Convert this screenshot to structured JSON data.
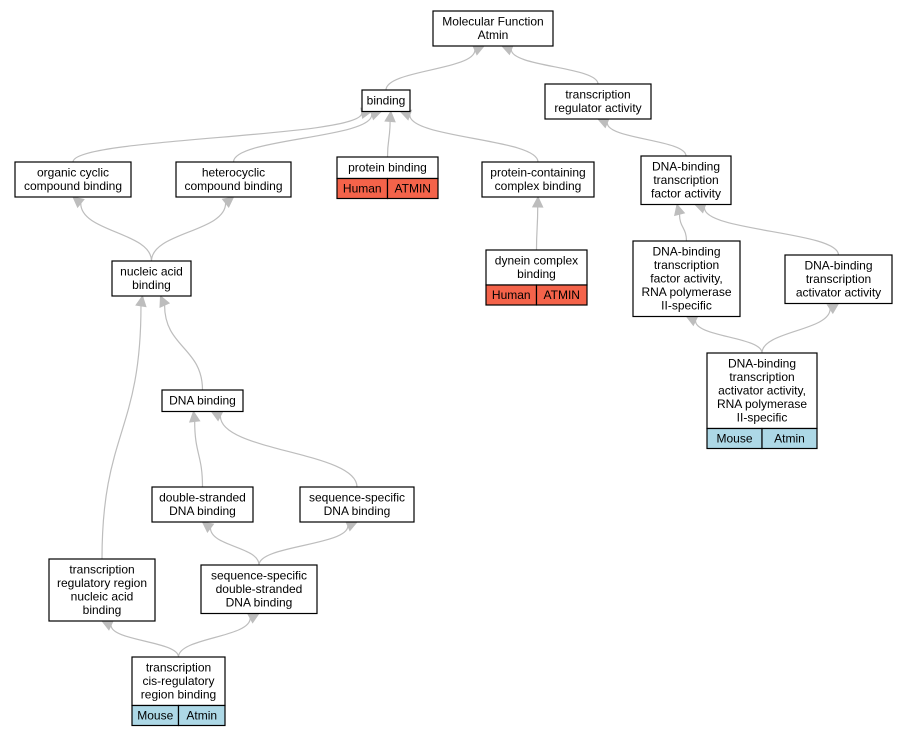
{
  "graph": {
    "nodes": [
      {
        "id": "mf",
        "lines": [
          "Molecular Function",
          "Atmin"
        ]
      },
      {
        "id": "binding",
        "lines": [
          "binding"
        ]
      },
      {
        "id": "tra",
        "lines": [
          "transcription",
          "regulator activity"
        ]
      },
      {
        "id": "organic",
        "lines": [
          "organic cyclic",
          "compound binding"
        ]
      },
      {
        "id": "hetero",
        "lines": [
          "heterocyclic",
          "compound binding"
        ]
      },
      {
        "id": "protein",
        "lines": [
          "protein binding"
        ],
        "annotation": {
          "species": "Human",
          "gene": "ATMIN"
        }
      },
      {
        "id": "pcomplex",
        "lines": [
          "protein-containing",
          "complex binding"
        ]
      },
      {
        "id": "dbtfa",
        "lines": [
          "DNA-binding",
          "transcription",
          "factor activity"
        ]
      },
      {
        "id": "nucleic",
        "lines": [
          "nucleic acid",
          "binding"
        ]
      },
      {
        "id": "dynein",
        "lines": [
          "dynein complex",
          "binding"
        ],
        "annotation": {
          "species": "Human",
          "gene": "ATMIN"
        }
      },
      {
        "id": "dbtfa_rna",
        "lines": [
          "DNA-binding",
          "transcription",
          "factor activity,",
          "RNA polymerase",
          "II-specific"
        ]
      },
      {
        "id": "dbtaa",
        "lines": [
          "DNA-binding",
          "transcription",
          "activator activity"
        ]
      },
      {
        "id": "dbtaa_rna",
        "lines": [
          "DNA-binding",
          "transcription",
          "activator activity,",
          "RNA polymerase",
          "II-specific"
        ],
        "annotation": {
          "species": "Mouse",
          "gene": "Atmin"
        }
      },
      {
        "id": "dna",
        "lines": [
          "DNA binding"
        ]
      },
      {
        "id": "dsdna",
        "lines": [
          "double-stranded",
          "DNA binding"
        ]
      },
      {
        "id": "ssdna",
        "lines": [
          "sequence-specific",
          "DNA binding"
        ]
      },
      {
        "id": "trr",
        "lines": [
          "transcription",
          "regulatory region",
          "nucleic acid",
          "binding"
        ]
      },
      {
        "id": "ssds",
        "lines": [
          "sequence-specific",
          "double-stranded",
          "DNA binding"
        ]
      },
      {
        "id": "cis",
        "lines": [
          "transcription",
          "cis-regulatory",
          "region binding"
        ],
        "annotation": {
          "species": "Mouse",
          "gene": "Atmin"
        }
      }
    ],
    "edges": [
      {
        "from": "binding",
        "to": "mf"
      },
      {
        "from": "tra",
        "to": "mf"
      },
      {
        "from": "organic",
        "to": "binding"
      },
      {
        "from": "hetero",
        "to": "binding"
      },
      {
        "from": "protein",
        "to": "binding"
      },
      {
        "from": "pcomplex",
        "to": "binding"
      },
      {
        "from": "dbtfa",
        "to": "tra"
      },
      {
        "from": "nucleic",
        "to": "organic"
      },
      {
        "from": "nucleic",
        "to": "hetero"
      },
      {
        "from": "dynein",
        "to": "pcomplex"
      },
      {
        "from": "dbtfa_rna",
        "to": "dbtfa"
      },
      {
        "from": "dbtaa",
        "to": "dbtfa"
      },
      {
        "from": "dbtaa_rna",
        "to": "dbtfa_rna"
      },
      {
        "from": "dbtaa_rna",
        "to": "dbtaa"
      },
      {
        "from": "dna",
        "to": "nucleic"
      },
      {
        "from": "trr",
        "to": "nucleic"
      },
      {
        "from": "dsdna",
        "to": "dna"
      },
      {
        "from": "ssdna",
        "to": "dna"
      },
      {
        "from": "ssds",
        "to": "dsdna"
      },
      {
        "from": "ssds",
        "to": "ssdna"
      },
      {
        "from": "cis",
        "to": "trr"
      },
      {
        "from": "cis",
        "to": "ssds"
      }
    ]
  },
  "colors": {
    "human_annotation": "#f4634a",
    "mouse_annotation": "#add8e6",
    "edge": "#bdbdbd",
    "node_border": "#000000"
  }
}
